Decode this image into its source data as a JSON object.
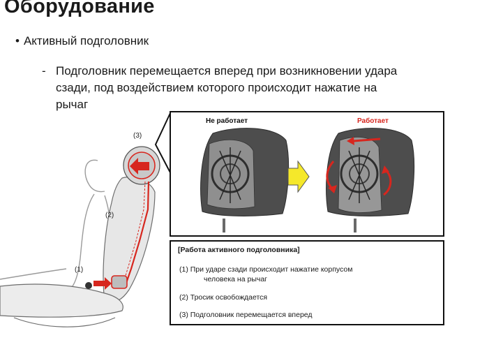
{
  "title": "Оборудование",
  "bullet": {
    "mark": "•",
    "text": "Активный подголовник"
  },
  "sub": {
    "dash": "-",
    "lines": [
      "Подголовник перемещается вперед при возникновении удара",
      "сзади, под воздействием которого происходит нажатие на",
      "рычаг"
    ]
  },
  "diagram": {
    "callouts": {
      "c1": "(1)",
      "c2": "(2)",
      "c3": "(3)"
    }
  },
  "photos": {
    "label_off": "Не работает",
    "label_on": "Работает"
  },
  "info": {
    "header": "[Работа активного подголовника]",
    "item1_a": "(1) При ударе сзади происходит нажатие корпусом",
    "item1_b": "человека на рычаг",
    "item2": "(2) Тросик освобождается",
    "item3": "(3) Подголовник перемещается вперед"
  },
  "colors": {
    "accent_red": "#d7261e",
    "arrow_yellow": "#f5e82a"
  }
}
